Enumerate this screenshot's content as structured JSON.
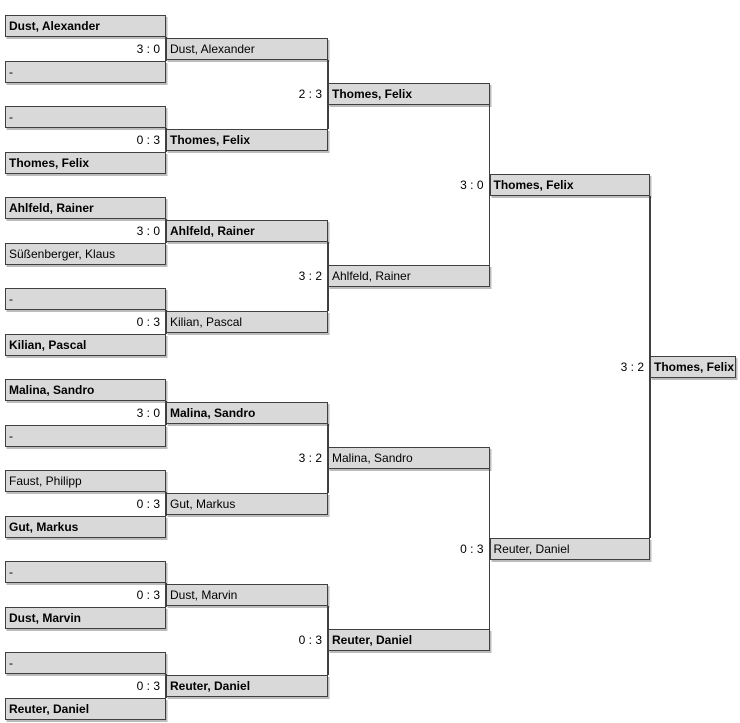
{
  "bracket": {
    "colors": {
      "background": "#ffffff",
      "box_fill": "#d9d9d9",
      "box_border": "#404040",
      "connector": "#404040",
      "text": "#000000"
    },
    "rounds": [
      {
        "slots": [
          {
            "name": "Dust, Alexander",
            "winner": true
          },
          {
            "name": "-",
            "winner": false
          },
          {
            "name": "-",
            "winner": false
          },
          {
            "name": "Thomes, Felix",
            "winner": true
          },
          {
            "name": "Ahlfeld, Rainer",
            "winner": true
          },
          {
            "name": "Süßenberger, Klaus",
            "winner": false
          },
          {
            "name": "-",
            "winner": false
          },
          {
            "name": "Kilian, Pascal",
            "winner": true
          },
          {
            "name": "Malina, Sandro",
            "winner": true
          },
          {
            "name": "-",
            "winner": false
          },
          {
            "name": "Faust, Philipp",
            "winner": false
          },
          {
            "name": "Gut, Markus",
            "winner": true
          },
          {
            "name": "-",
            "winner": false
          },
          {
            "name": "Dust, Marvin",
            "winner": true
          },
          {
            "name": "-",
            "winner": false
          },
          {
            "name": "Reuter, Daniel",
            "winner": true
          }
        ]
      },
      {
        "slots": [
          {
            "name": "Dust, Alexander",
            "winner": false,
            "score": "3 : 0"
          },
          {
            "name": "Thomes, Felix",
            "winner": true,
            "score": "0 : 3"
          },
          {
            "name": "Ahlfeld, Rainer",
            "winner": true,
            "score": "3 : 0"
          },
          {
            "name": "Kilian, Pascal",
            "winner": false,
            "score": "0 : 3"
          },
          {
            "name": "Malina, Sandro",
            "winner": true,
            "score": "3 : 0"
          },
          {
            "name": "Gut, Markus",
            "winner": false,
            "score": "0 : 3"
          },
          {
            "name": "Dust, Marvin",
            "winner": false,
            "score": "0 : 3"
          },
          {
            "name": "Reuter, Daniel",
            "winner": true,
            "score": "0 : 3"
          }
        ]
      },
      {
        "slots": [
          {
            "name": "Thomes, Felix",
            "winner": true,
            "score": "2 : 3"
          },
          {
            "name": "Ahlfeld, Rainer",
            "winner": false,
            "score": "3 : 2"
          },
          {
            "name": "Malina, Sandro",
            "winner": false,
            "score": "3 : 2"
          },
          {
            "name": "Reuter, Daniel",
            "winner": true,
            "score": "0 : 3"
          }
        ]
      },
      {
        "slots": [
          {
            "name": "Thomes, Felix",
            "winner": true,
            "score": "3 : 0"
          },
          {
            "name": "Reuter, Daniel",
            "winner": false,
            "score": "0 : 3"
          }
        ]
      },
      {
        "slots": [
          {
            "name": "Thomes, Felix",
            "winner": true,
            "score": "3 : 2"
          }
        ]
      }
    ]
  }
}
